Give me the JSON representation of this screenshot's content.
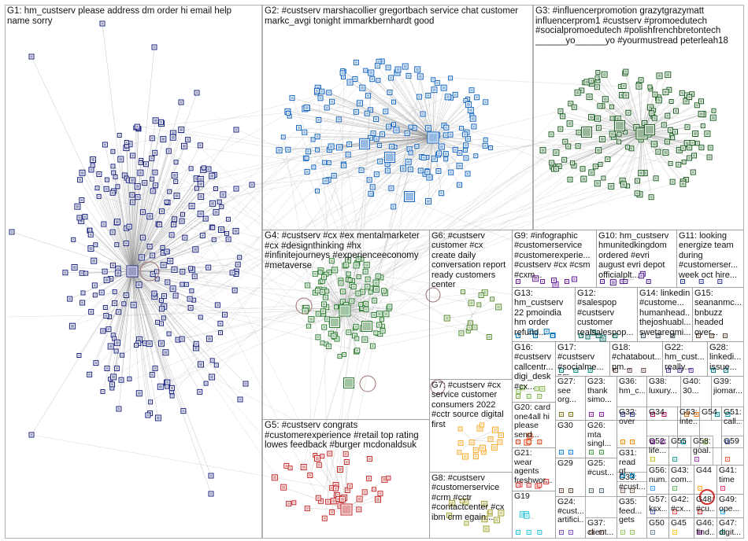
{
  "groups": [
    {
      "id": "g1",
      "label": "G1: hm_custserv please address dm order hi email help\nname sorry",
      "color": "#1a237e"
    },
    {
      "id": "g2",
      "label": "G2: #custserv marshacollier gregortbach service chat customer\nmarkc_avgi tonight immarkbernhardt good",
      "color": "#1565c0"
    },
    {
      "id": "g3",
      "label": "G3: #influencerpromotion grazytgrazymatt\ninfluencerprom1 #custserv #promoedutech\n#socialpromoedutech #polishfrenchbretontech\n______yo______yo #yourmustread peterleah18",
      "color": "#1b5e20"
    },
    {
      "id": "g4",
      "label": "G4: #custserv #cx #ex mentalmarketer\n#cx #designthinking #hx\n#infinitejourneys #experienceeconomy\n#metaverse",
      "color": "#2e7d32"
    },
    {
      "id": "g5",
      "label": "G5: #custserv congrats\n#customerexperience #retail top rating\nlowes feedback #burger mcdonaldsuk",
      "color": "#c62828"
    },
    {
      "id": "g6",
      "label": "G6: #custserv\ncustomer #cx\ncreate daily\nconversation report\nready customers\ncenter",
      "color": "#558b2f"
    },
    {
      "id": "g7",
      "label": "G7: #custserv #cx\nservice customer\nconsumers 2022\n#cctr source digital\nfirst",
      "color": "#f9a825"
    },
    {
      "id": "g8",
      "label": "G8: #custserv\n#customerservice\n#crm #cctr\n#contactcenter #cx\nibm crm egain...",
      "color": "#9e9d24"
    },
    {
      "id": "g9",
      "label": "G9: #infographic\n#customerservice\n#customerexperie...\n#custserv #cx #csm\n#cxm...",
      "color": "#6a1b9a"
    },
    {
      "id": "g10",
      "label": "G10: hm_custserv\nhmunitedkingdom\nordered #evri\naugust evri depot\nofficialplt...",
      "color": "#4a148c"
    },
    {
      "id": "g11",
      "label": "G11: looking\nenergize team\nduring\n#customerser...\nweek oct hire...",
      "color": "#283593"
    },
    {
      "id": "g12",
      "label": "G12:\n#salespop\n#custserv\ncustomer\nrealsalespop...",
      "color": "#00695c"
    },
    {
      "id": "g13",
      "label": "G13:\nhm_custserv\n22 pmoindia\nhm order\nrefund...",
      "color": "#0277bd"
    },
    {
      "id": "g14",
      "label": "G14: linkedin\n#custome...\nhumanhead...\nthejoshuabl...\nswetaregmi...",
      "color": "#455a64"
    },
    {
      "id": "g15",
      "label": "G15:\nseananmc...\nbnbuzz\nheaded\nover...",
      "color": "#5d4037"
    },
    {
      "id": "g16",
      "label": "G16:\n#custserv\ncallcentr...\ndigi_desk\n#cx...",
      "color": "#7cb342"
    },
    {
      "id": "g17",
      "label": "G17:\n#custserv\n#socialme...\npm...",
      "color": "#00897b"
    },
    {
      "id": "g18",
      "label": "G18:\n#chatabout...\npm...",
      "color": "#6d4c41"
    },
    {
      "id": "g22",
      "label": "G22:\nhm_cust...\nreally...",
      "color": "#5e35b1"
    },
    {
      "id": "g28",
      "label": "G28:\nlinkedi...\nissue...",
      "color": "#00838f"
    },
    {
      "id": "g27",
      "label": "G27:\nsee\norg...",
      "color": "#827717"
    },
    {
      "id": "g23",
      "label": "G23:\nthank\nsimo...",
      "color": "#8e24aa"
    },
    {
      "id": "g36",
      "label": "G36:\nhm_c...",
      "color": "#3949ab"
    },
    {
      "id": "g38",
      "label": "G38:\nluxury...",
      "color": "#ad1457"
    },
    {
      "id": "g40",
      "label": "G40:\n30...",
      "color": "#ef6c00"
    },
    {
      "id": "g39",
      "label": "G39:\njiomar...",
      "color": "#0097a7"
    },
    {
      "id": "g20",
      "label": "G20: card\none4all hi\nplease\nsend...",
      "color": "#d84315"
    },
    {
      "id": "g30",
      "label": "G30",
      "color": "#1e88e5"
    },
    {
      "id": "g26",
      "label": "G26:\nmta\nsingl...",
      "color": "#43a047"
    },
    {
      "id": "g32",
      "label": "G32:\nover",
      "color": "#fb8c00"
    },
    {
      "id": "g34",
      "label": "G34",
      "color": "#8e24aa"
    },
    {
      "id": "g53",
      "label": "G53:\ninte...",
      "color": "#00acc1"
    },
    {
      "id": "g54",
      "label": "G54",
      "color": "#7cb342"
    },
    {
      "id": "g51",
      "label": "G51:\ncall...",
      "color": "#5c6bc0"
    },
    {
      "id": "g21",
      "label": "G21:\nwear\nagents\nfreshwor...",
      "color": "#e53935"
    },
    {
      "id": "g29",
      "label": "G29",
      "color": "#6d4c41"
    },
    {
      "id": "g31",
      "label": "G31:\nread\ngt...",
      "color": "#039be5"
    },
    {
      "id": "g52",
      "label": "G52:\nlife...",
      "color": "#c0ca33"
    },
    {
      "id": "g55",
      "label": "G55",
      "color": "#26a69a"
    },
    {
      "id": "g58",
      "label": "G58:\ngoal...",
      "color": "#ab47bc"
    },
    {
      "id": "g59",
      "label": "G59",
      "color": "#ff7043"
    },
    {
      "id": "g25",
      "label": "G25:\n#cust...",
      "color": "#546e7a"
    },
    {
      "id": "g33",
      "label": "G33:\n#cust...",
      "color": "#8d6e63"
    },
    {
      "id": "g56",
      "label": "G56:\nnum...",
      "color": "#42a5f5"
    },
    {
      "id": "g43",
      "label": "G43:\ncom...",
      "color": "#66bb6a"
    },
    {
      "id": "g44",
      "label": "G44",
      "color": "#ffa726"
    },
    {
      "id": "g41",
      "label": "G41:\ntime",
      "color": "#ec407a"
    },
    {
      "id": "g19",
      "label": "G19",
      "color": "#26c6da"
    },
    {
      "id": "g24",
      "label": "G24:\n#cust...\nartifici...",
      "color": "#7e57c2"
    },
    {
      "id": "g35",
      "label": "G35:\nfeed...\ngets",
      "color": "#9ccc65"
    },
    {
      "id": "g57",
      "label": "G57:\nksx...",
      "color": "#5c6bc0"
    },
    {
      "id": "g42",
      "label": "G42:\n#cx...",
      "color": "#ef5350"
    },
    {
      "id": "g48",
      "label": "G48:\n#cu...",
      "color": "#c62828"
    },
    {
      "id": "g49",
      "label": "G49:\nope...",
      "color": "#29b6f6"
    },
    {
      "id": "g37",
      "label": "G37:\nclient...",
      "color": "#8d6e63"
    },
    {
      "id": "g50",
      "label": "G50",
      "color": "#78909c"
    },
    {
      "id": "g45",
      "label": "G45",
      "color": "#ffca28"
    },
    {
      "id": "g46",
      "label": "G46:\nfind...",
      "color": "#ab47bc"
    },
    {
      "id": "g47",
      "label": "G47:\ndigit...",
      "color": "#26a69a"
    }
  ]
}
